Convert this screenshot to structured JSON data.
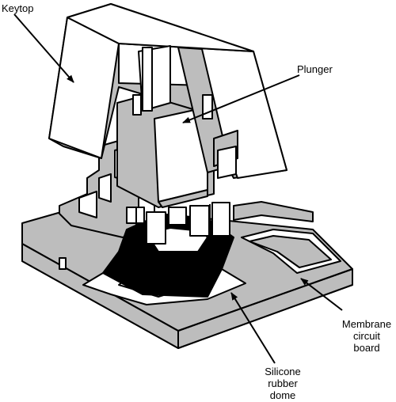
{
  "labels": {
    "keytop": "Keytop",
    "plunger": "Plunger",
    "membrane": [
      "Membrane",
      "circuit",
      "board"
    ],
    "silicone": [
      "Silicone",
      "rubber",
      "dome"
    ]
  },
  "colors": {
    "part_fill": "#bdbdbd",
    "face_fill": "#ffffff",
    "dome_fill": "#000000",
    "outline": "#000000"
  }
}
